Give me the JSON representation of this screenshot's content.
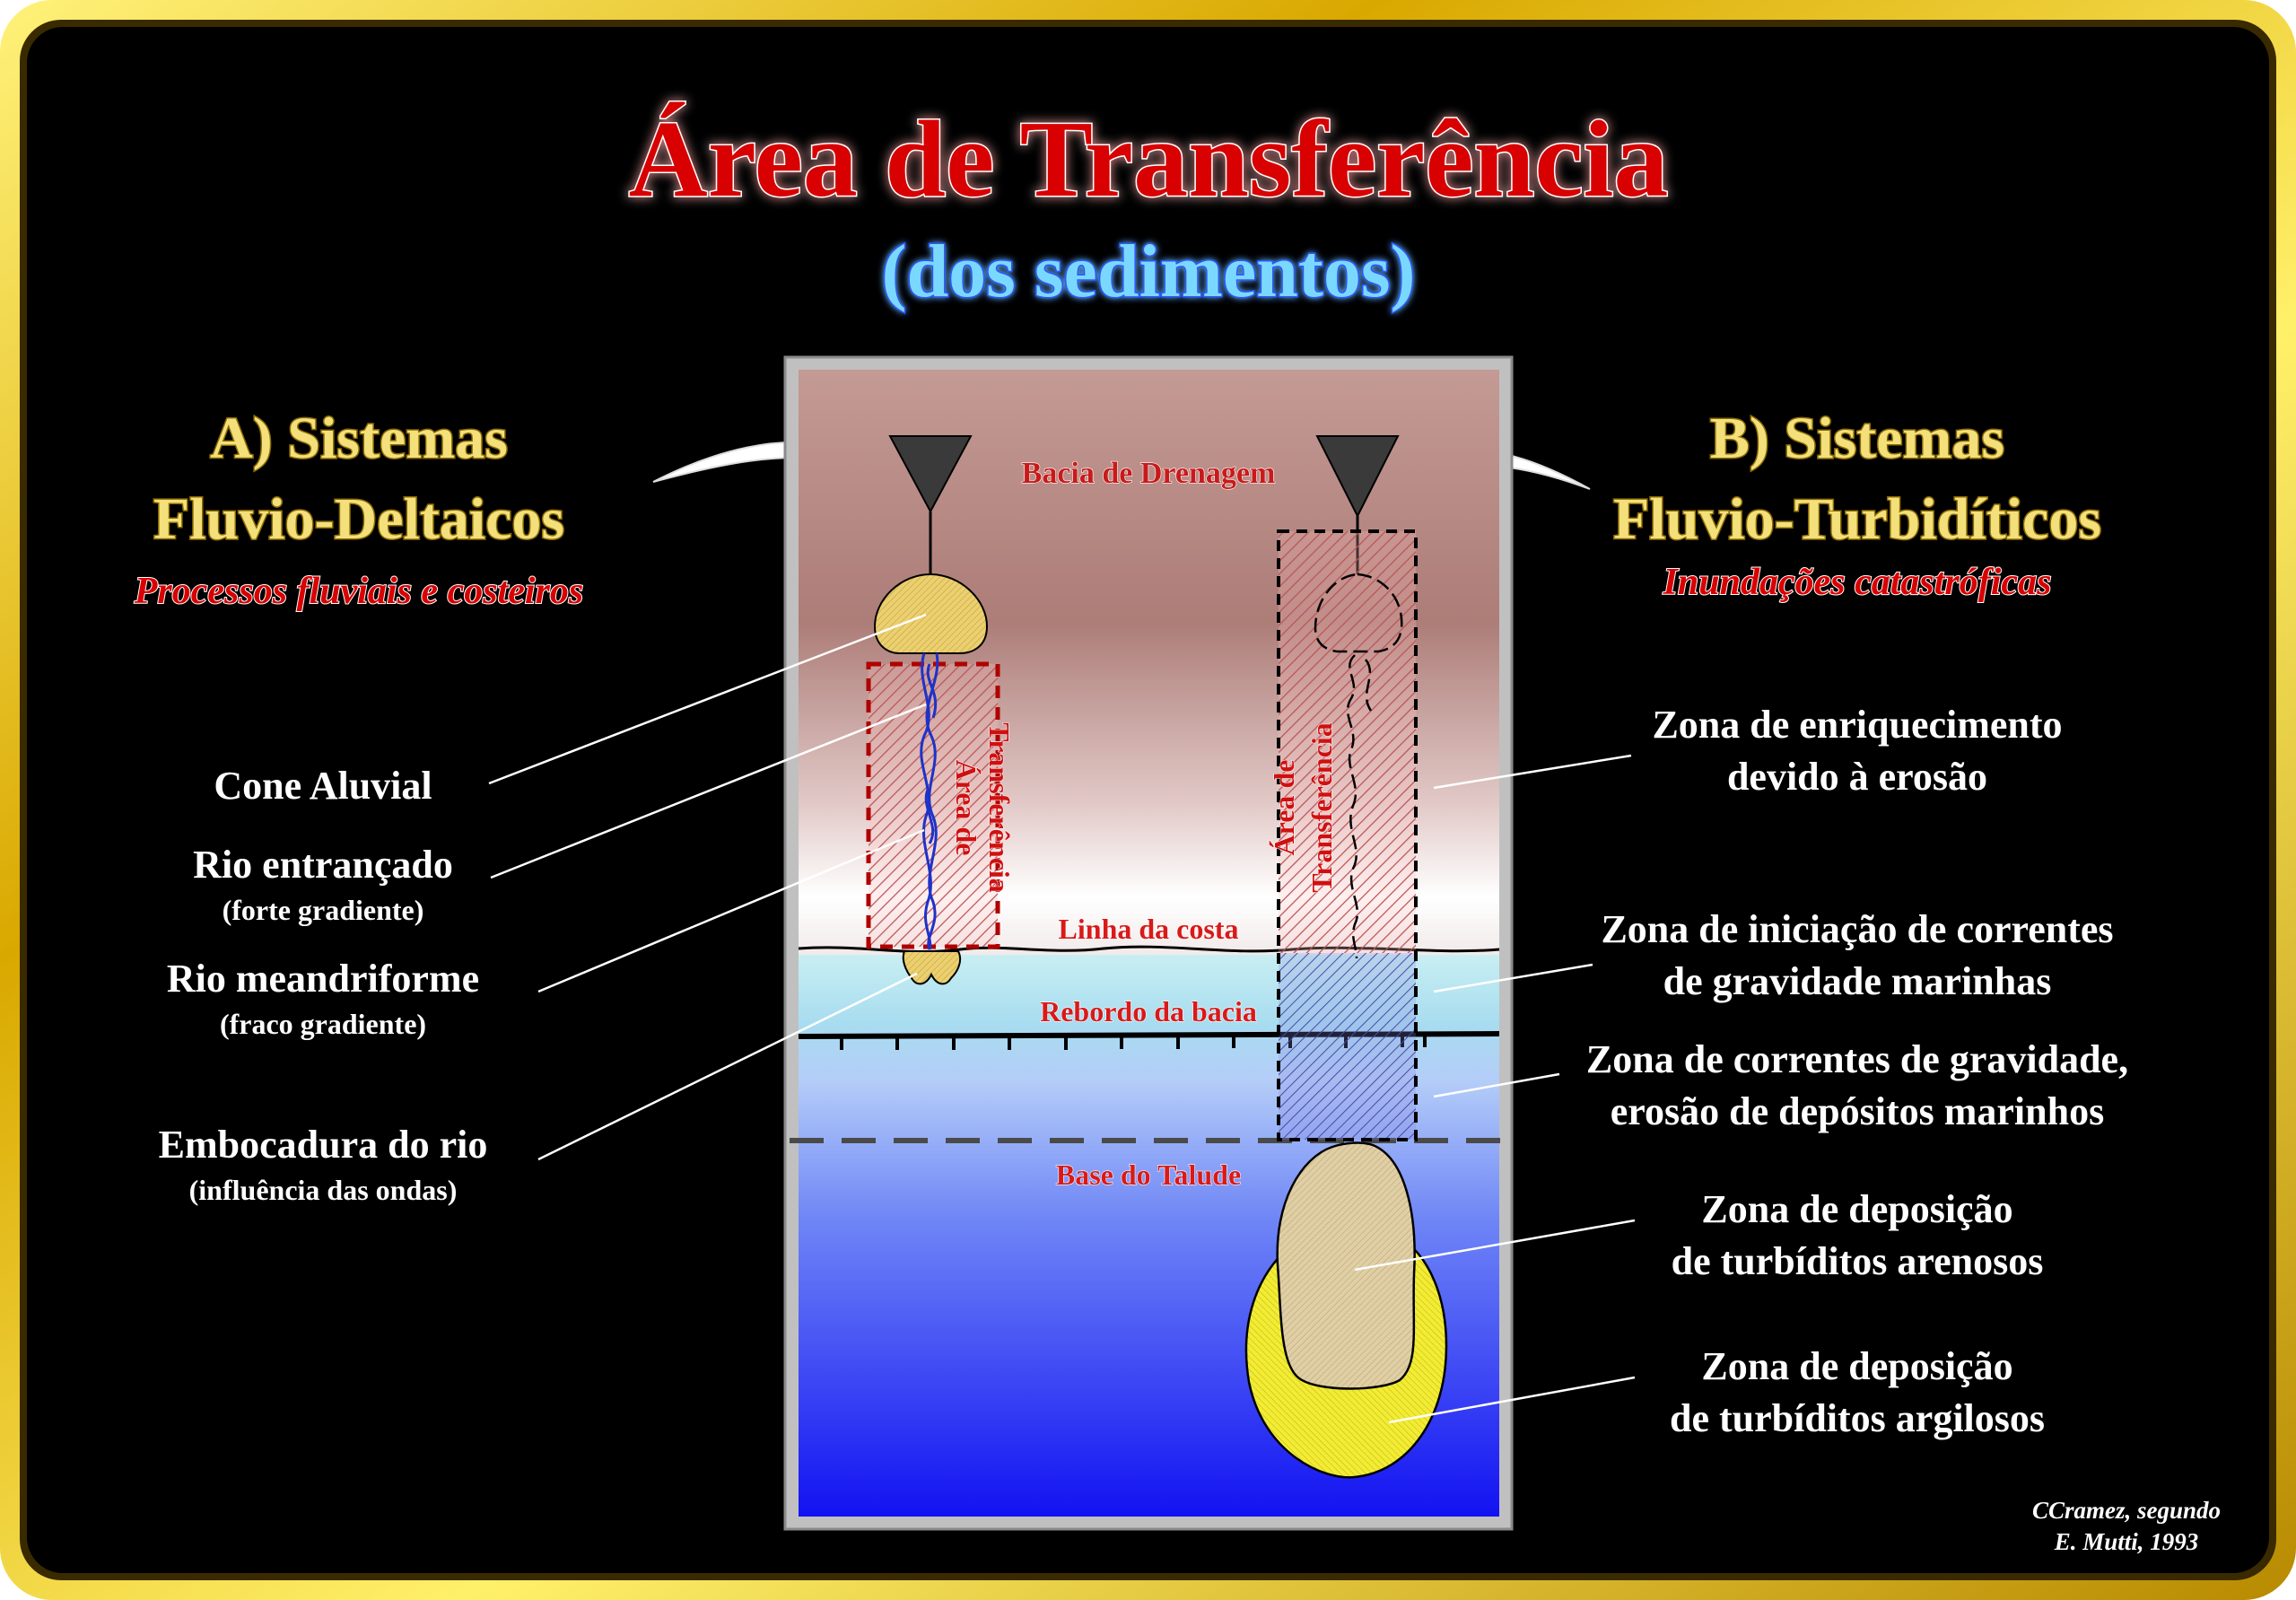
{
  "title": "Área de Transferência",
  "subtitle": "(dos sedimentos)",
  "left_panel": {
    "heading_line1": "A) Sistemas",
    "heading_line2": "Fluvio-Deltaicos",
    "caption": "Processos fluviais e costeiros"
  },
  "right_panel": {
    "heading_line1": "B) Sistemas",
    "heading_line2": "Fluvio-Turbidíticos",
    "caption": "Inundações catastróficas"
  },
  "diagram": {
    "drainage_label": "Bacia de Drenagem",
    "coastline_label": "Linha da costa",
    "shelf_break_label": "Rebordo da bacia",
    "slope_base_label": "Base do Talude",
    "transfer_area_line1": "Área de",
    "transfer_area_line2": "Transferência"
  },
  "left_labels": [
    {
      "title": "Cone Aluvial",
      "note": ""
    },
    {
      "title": "Rio entrançado",
      "note": "(forte gradiente)"
    },
    {
      "title": "Rio meandriforme",
      "note": "(fraco gradiente)"
    },
    {
      "title": "Embocadura do rio",
      "note": "(influência das ondas)"
    }
  ],
  "right_labels": [
    {
      "line1": "Zona de enriquecimento",
      "line2": "devido à erosão"
    },
    {
      "line1": "Zona de iniciação de correntes",
      "line2": "de gravidade marinhas"
    },
    {
      "line1": "Zona de correntes de gravidade,",
      "line2": "erosão de depósitos marinhos"
    },
    {
      "line1": "Zona de deposição",
      "line2": "de turbíditos arenosos"
    },
    {
      "line1": "Zona de deposição",
      "line2": "de turbíditos argilosos"
    }
  ],
  "credit": {
    "line1": "CCramez, segundo",
    "line2": "E. Mutti, 1993"
  },
  "colors": {
    "background": "#000000",
    "frame_gold": "#d8b400",
    "title_red": "#d80000",
    "subtitle_cyan": "#7ad8ff",
    "heading_yellow": "#f4e07a",
    "label_red": "#d01818",
    "sand": "#e8cf7c",
    "mud_yellow": "#f0ec30",
    "ocean_blue": "#1010f0"
  }
}
